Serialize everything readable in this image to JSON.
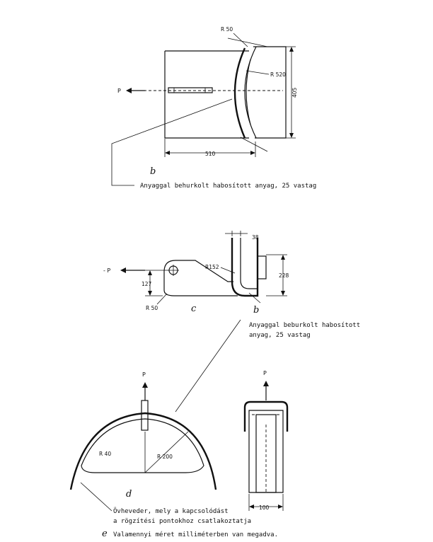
{
  "figure_a": {
    "r_outer": "R 50",
    "r_inner": "R 520",
    "height_dim": "405",
    "width_dim": "510",
    "force": "P",
    "letter_b": "b",
    "note_b": "Anyaggal behurkolt habosított anyag, 25 vastag"
  },
  "figure_c": {
    "thickness_dim": "38",
    "radius": "R152",
    "height_dim": "228",
    "pin_height": "127",
    "corner_radius": "R 50",
    "force": "- P",
    "letter_c": "c",
    "letter_b": "b",
    "note_b_line1": "Anyaggal beburkolt habosított",
    "note_b_line2": "anyag, 25 vastag"
  },
  "figure_d": {
    "force_left": "P",
    "force_right": "P",
    "r_small": "R 40",
    "r_large": "R 200",
    "width_dim": "100",
    "letter_d": "d",
    "letter_e": "e",
    "note_d_line1": "Övheveder, mely a kapcsolódást",
    "note_d_line2": "a rögzítési pontokhoz csatlakoztatja",
    "note_e": "Valamennyi méret milliméterben van megadva."
  },
  "icons": [
    "arrow-left-icon",
    "arrow-up-icon",
    "pin-hole-icon"
  ]
}
